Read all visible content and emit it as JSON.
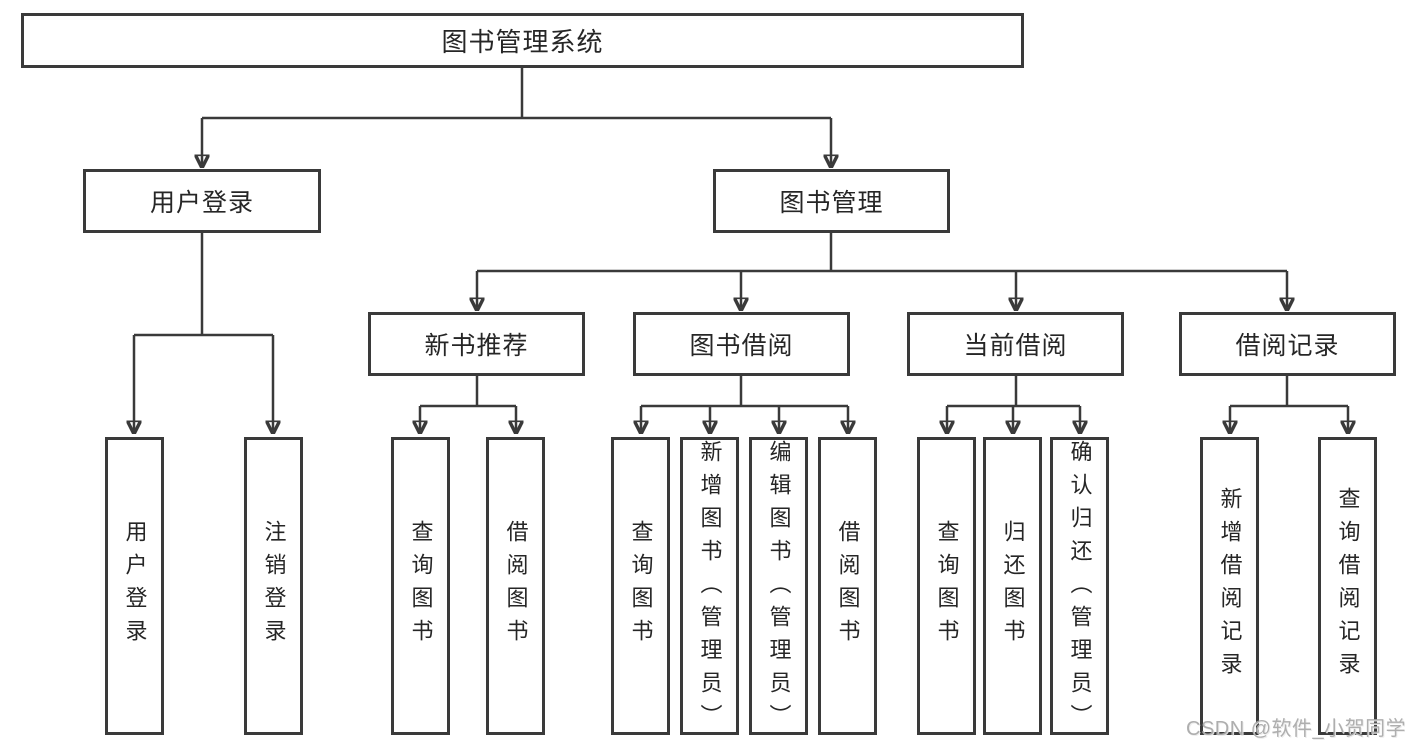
{
  "tree": {
    "root": "图书管理系统",
    "branches": [
      {
        "label": "用户登录",
        "children": [
          "用户登录",
          "注销登录"
        ]
      },
      {
        "label": "图书管理",
        "children": [
          {
            "label": "新书推荐",
            "children": [
              "查询图书",
              "借阅图书"
            ]
          },
          {
            "label": "图书借阅",
            "children": [
              "查询图书",
              "新增图书（管理员）",
              "编辑图书（管理员）",
              "借阅图书"
            ]
          },
          {
            "label": "当前借阅",
            "children": [
              "查询图书",
              "归还图书",
              "确认归还（管理员）"
            ]
          },
          {
            "label": "借阅记录",
            "children": [
              "新增借阅记录",
              "查询借阅记录"
            ]
          }
        ]
      }
    ]
  },
  "watermark": "CSDN @软件_小贺同学",
  "colors": {
    "line": "#3a3a3a",
    "text": "#262626",
    "box_fill": "#ffffff",
    "watermark": "#a8a8a8",
    "background": "#ffffff"
  }
}
